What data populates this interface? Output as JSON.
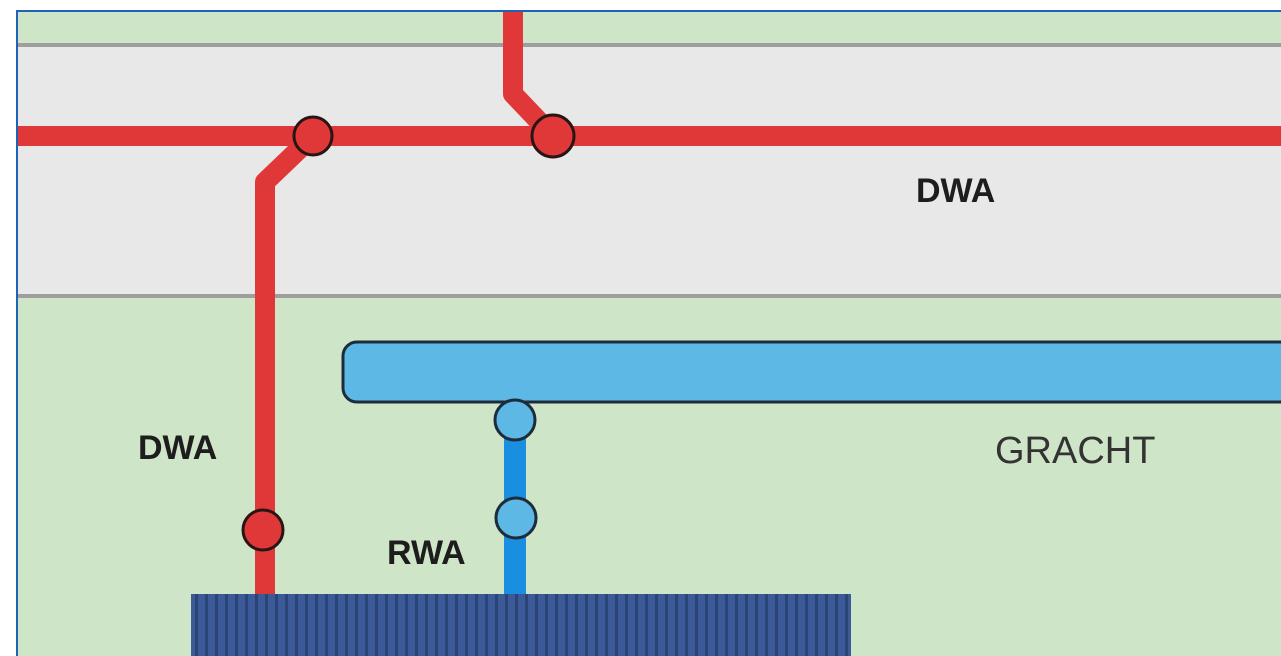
{
  "labels": {
    "street_pipe": "DWA",
    "house_pipe": "DWA",
    "rain_pipe": "RWA",
    "canal": "GRACHT"
  },
  "colors": {
    "grass": "#cfe5c8",
    "street": "#e8e8e8",
    "street_edge": "#9e9e9e",
    "dwa_pipe": "#e03838",
    "rwa_pipe": "#1a8ee0",
    "canal_fill": "#5db8e6",
    "building": "#3b5a97",
    "frame_border": "#1e63b8"
  }
}
